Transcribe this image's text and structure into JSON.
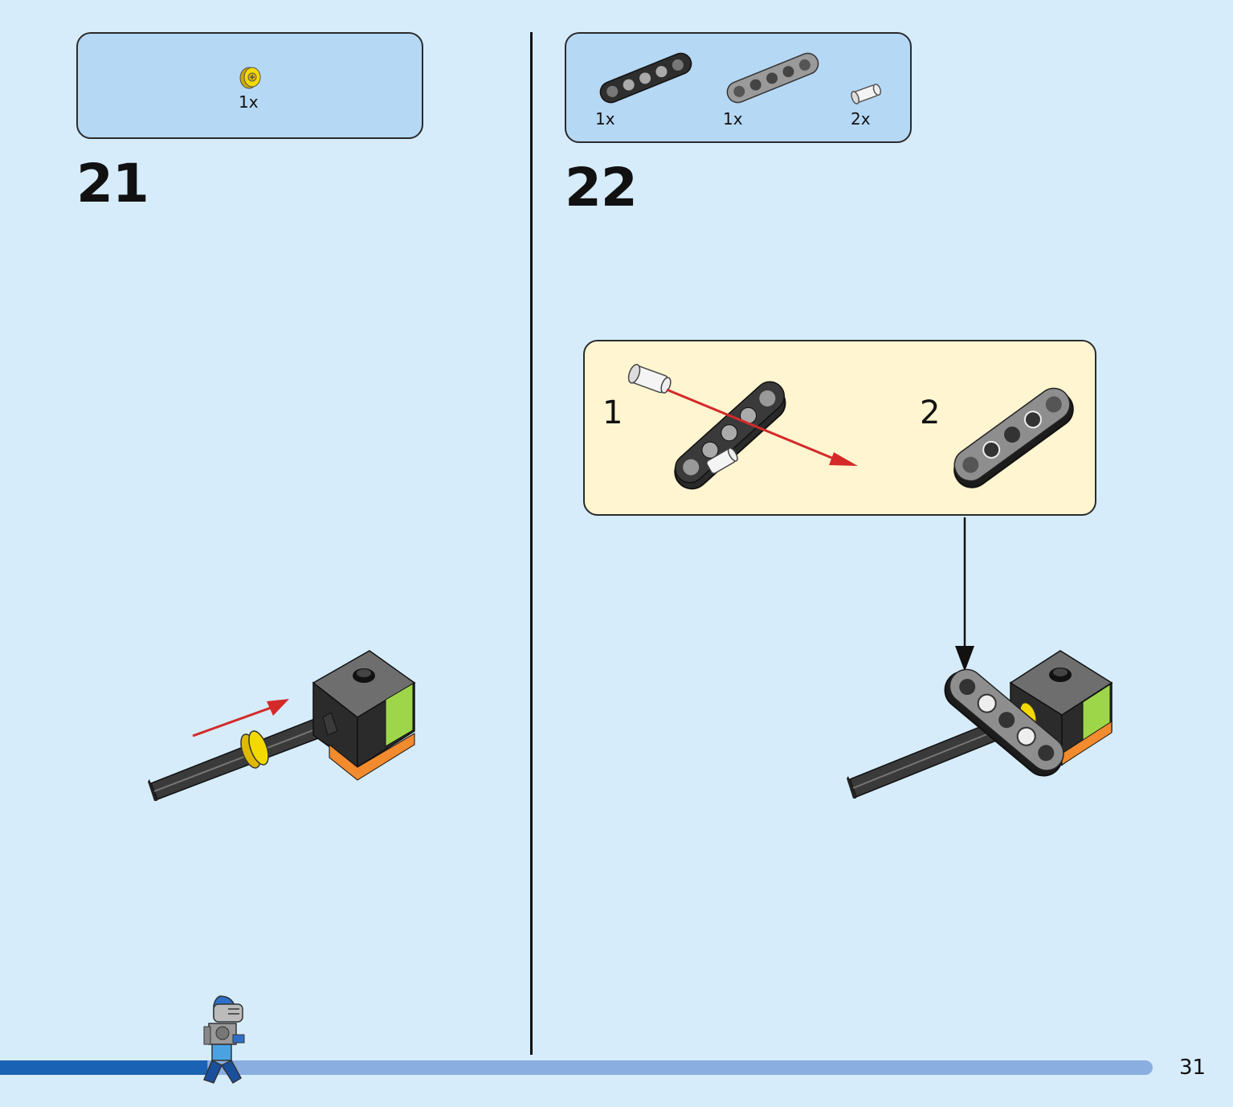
{
  "steps": [
    {
      "number": "21",
      "parts": [
        {
          "name": "bush-yellow",
          "qty": "1x"
        }
      ]
    },
    {
      "number": "22",
      "parts": [
        {
          "name": "beam-5-black",
          "qty": "1x"
        },
        {
          "name": "beam-5-grey",
          "qty": "1x"
        },
        {
          "name": "pin-white",
          "qty": "2x"
        }
      ],
      "substeps": [
        {
          "number": "1"
        },
        {
          "number": "2"
        }
      ]
    }
  ],
  "page": {
    "number": "31"
  },
  "colors": {
    "background": "#d6ecfb",
    "parts_box": "#b5d8f5",
    "substep_box": "#fff5d0",
    "progress_done": "#1a62b3",
    "progress_todo": "#8aaee0",
    "arrow": "#d42a2a"
  },
  "progress": {
    "fraction": 0.18
  }
}
